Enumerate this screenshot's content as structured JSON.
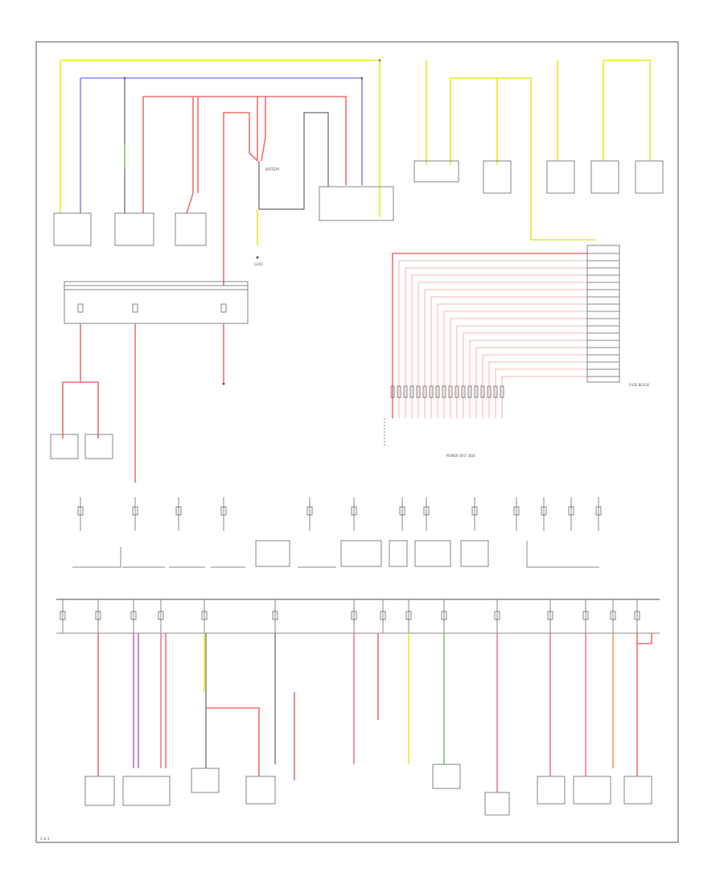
{
  "diagram": {
    "labels": {
      "battery": "BATTERY",
      "ground": "G101",
      "power_dist_box": "POWER DIST. BOX",
      "fuse_block_label": "FUSE BLOCK",
      "page_number": "2 of 2"
    }
  }
}
